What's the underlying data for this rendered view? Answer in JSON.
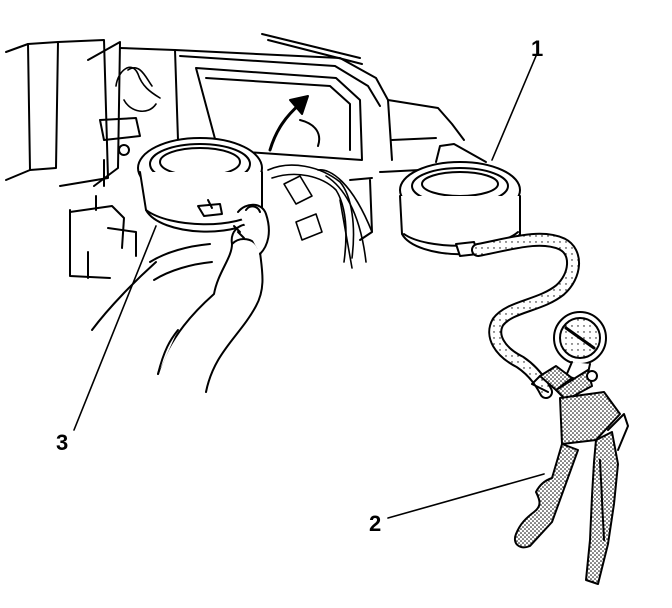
{
  "callouts": [
    {
      "id": "1",
      "label": "1"
    },
    {
      "id": "2",
      "label": "2"
    },
    {
      "id": "3",
      "label": "3"
    }
  ],
  "colors": {
    "line": "#000000",
    "background": "#ffffff",
    "stipple": "#9a9a9a"
  }
}
